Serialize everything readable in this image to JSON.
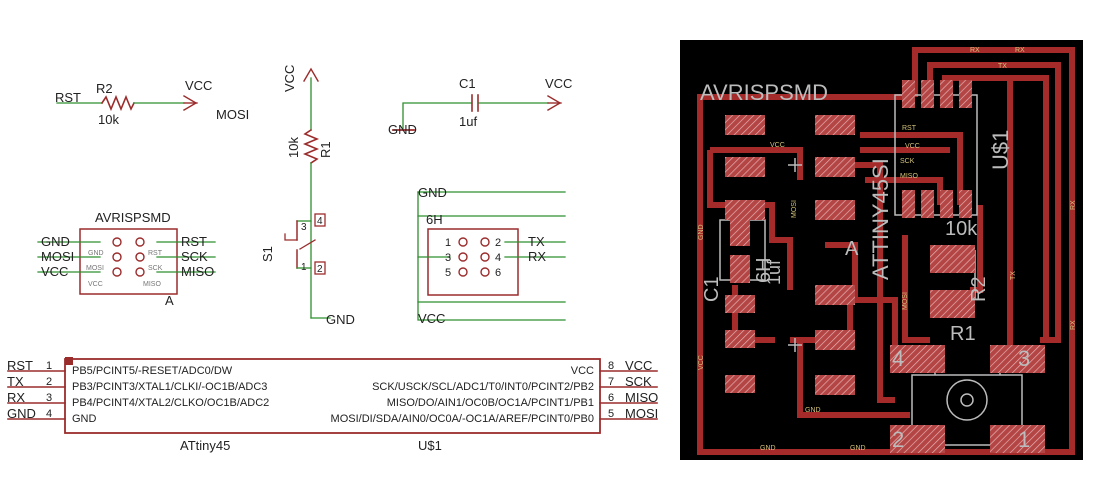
{
  "colors": {
    "wire": "#2f8f2f",
    "symbol": "#9b2c2c",
    "text": "#222222",
    "board_bg": "#000000",
    "board_trace": "#a52a2a",
    "board_label": "#d3c27a",
    "board_silk": "#bcbcbc"
  },
  "schematic": {
    "r2": {
      "left_net": "RST",
      "name": "R2",
      "value": "10k",
      "supply": "VCC",
      "right_net": "MOSI"
    },
    "r1": {
      "supply": "VCC",
      "name": "R1",
      "value": "10k",
      "ground": "GND"
    },
    "c1": {
      "ground": "GND",
      "name": "C1",
      "value": "1uf",
      "supply": "VCC"
    },
    "switch": {
      "name": "S1",
      "pin1": "1",
      "pin2": "2",
      "pin3": "3",
      "pin4": "4"
    },
    "avrisp": {
      "title": "AVRISPSMD",
      "left_nets": [
        "GND",
        "MOSI",
        "VCC"
      ],
      "right_nets": [
        "RST",
        "SCK",
        "MISO"
      ],
      "left_inner": [
        "GND",
        "MOSI",
        "VCC"
      ],
      "right_inner": [
        "RST",
        "SCK",
        "MISO"
      ],
      "name": "A"
    },
    "header6h": {
      "gnd": "GND",
      "title": "6H",
      "left_pins": [
        "1",
        "3",
        "5"
      ],
      "right_pins": [
        "2",
        "4",
        "6"
      ],
      "tx": "TX",
      "rx": "RX",
      "vcc": "VCC"
    },
    "attiny": {
      "left_nets": [
        "RST",
        "TX",
        "RX",
        "GND"
      ],
      "left_pins": [
        "1",
        "2",
        "3",
        "4"
      ],
      "left_funcs": [
        "PB5/PCINT5/-RESET/ADC0/DW",
        "PB3/PCINT3/XTAL1/CLKI/-OC1B/ADC3",
        "PB4/PCINT4/XTAL2/CLKO/OC1B/ADC2",
        "GND"
      ],
      "right_funcs": [
        "VCC",
        "SCK/USCK/SCL/ADC1/T0/INT0/PCINT2/PB2",
        "MISO/DO/AIN1/OC0B/OC1A/PCINT1/PB1",
        "MOSI/DI/SDA/AIN0/OC0A/-OC1A/AREF/PCINT0/PB0"
      ],
      "right_pins": [
        "8",
        "7",
        "6",
        "5"
      ],
      "right_nets": [
        "VCC",
        "SCK",
        "MISO",
        "MOSI"
      ],
      "part": "ATtiny45",
      "name": "U$1"
    }
  },
  "board": {
    "title": "AVRISPSMD",
    "chip": "ATTINY45SI",
    "chip_ref": "U$1",
    "ref_a": "A",
    "ref_6h": "6H",
    "ref_1uf": "1uf",
    "ref_c1": "C1",
    "ref_10k": "10k",
    "ref_r1": "R1",
    "ref_r2": "R2",
    "pad_nums": [
      "4",
      "3",
      "2",
      "1"
    ],
    "net_labels": {
      "rx": "RX",
      "tx": "TX",
      "rst": "RST",
      "sck": "SCK",
      "miso": "MISO",
      "vcc": "VCC",
      "mosi": "MOSI",
      "gnd": "GND"
    }
  }
}
